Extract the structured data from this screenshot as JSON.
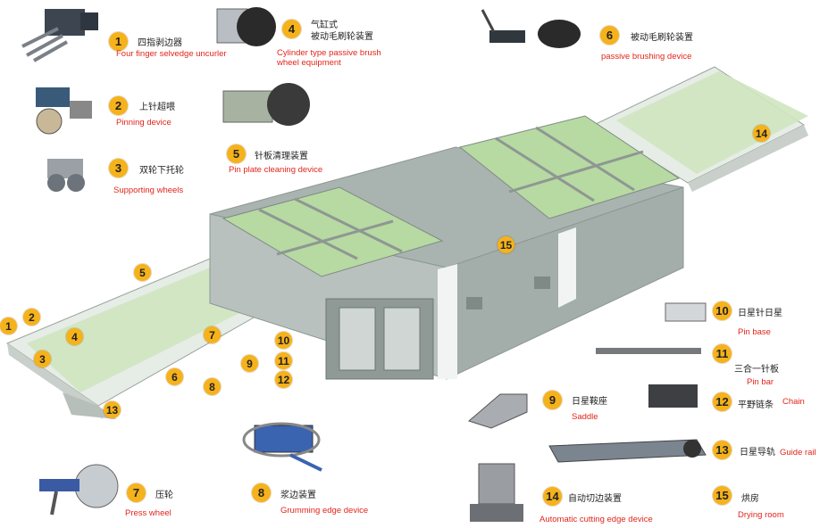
{
  "components": [
    {
      "num": "1",
      "cn": "四指剥边器",
      "en": "Four finger selvedge uncurler"
    },
    {
      "num": "2",
      "cn": "上针超喂",
      "en": "Pinning device"
    },
    {
      "num": "3",
      "cn": "双轮下托轮",
      "en": "Supporting wheels"
    },
    {
      "num": "4",
      "cn": "气缸式\n被动毛刷轮装置",
      "en": "Cylinder type passive brush\nwheel equipment"
    },
    {
      "num": "5",
      "cn": "针板清理装置",
      "en": "Pin plate cleaning device"
    },
    {
      "num": "6",
      "cn": "被动毛刷轮装置",
      "en": "passive brushing device"
    },
    {
      "num": "7",
      "cn": "压轮",
      "en": "Press wheel"
    },
    {
      "num": "8",
      "cn": "浆边装置",
      "en": "Grumming edge device"
    },
    {
      "num": "9",
      "cn": "日星鞍座",
      "en": "Saddle"
    },
    {
      "num": "10",
      "cn": "日星针日星",
      "en": "Pin base"
    },
    {
      "num": "11",
      "cn": "三合一针板",
      "en": "Pin bar"
    },
    {
      "num": "12",
      "cn": "平野链条",
      "en": "Chain"
    },
    {
      "num": "13",
      "cn": "日星导轨",
      "en": "Guide rail"
    },
    {
      "num": "14",
      "cn": "自动切边装置",
      "en": "Automatic cutting edge device"
    },
    {
      "num": "15",
      "cn": "烘房",
      "en": "Drying room"
    }
  ],
  "callouts": [
    "1",
    "2",
    "3",
    "4",
    "5",
    "6",
    "7",
    "8",
    "9",
    "10",
    "11",
    "12",
    "13",
    "14",
    "15"
  ],
  "colors": {
    "badge": "#f5b21b",
    "english_label": "#e1251b",
    "oven": "#9ea8a4",
    "conveyor": "#cfe6c0"
  }
}
